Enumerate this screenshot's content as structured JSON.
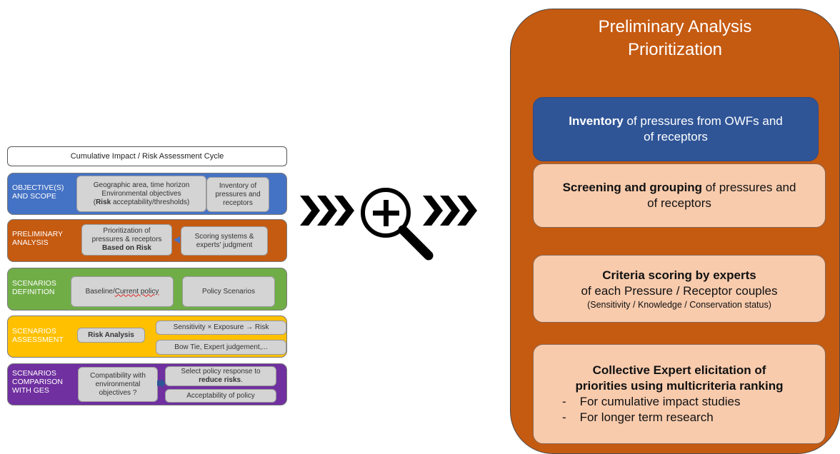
{
  "cycle": {
    "title": "Cumulative Impact  / Risk Assessment Cycle",
    "bands": {
      "objectives": {
        "label_l1": "OBJECTIVE(S)",
        "label_l2": "AND SCOPE",
        "box1_l1": "Geographic area, time horizon",
        "box1_l2": "Environmental objectives",
        "box1_l3_open": "(",
        "box1_l3_bold": "Risk",
        "box1_l3_rest": " acceptability/thresholds)",
        "box2_l1": "Inventory of",
        "box2_l2": "pressures and",
        "box2_l3": "receptors"
      },
      "preliminary": {
        "label_l1": "PRELIMINARY",
        "label_l2": "ANALYSIS",
        "box1_l1": "Prioritization of",
        "box1_l2": "pressures & receptors",
        "box1_l3": "Based on Risk",
        "box2_l1": "Scoring systems &",
        "box2_l2": "experts' judgment"
      },
      "definition": {
        "label_l1": "SCENARIOS",
        "label_l2": "DEFINITION",
        "box1_a": "Baseline/",
        "box1_b": "Current policy",
        "box2": "Policy Scenarios"
      },
      "assessment": {
        "label_l1": "SCENARIOS",
        "label_l2": "ASSESSMENT",
        "box1": "Risk Analysis",
        "box2": "Sensitivity × Exposure → Risk",
        "box3": "Bow Tie, Expert judgement,..."
      },
      "comparison": {
        "label_l1": "SCENARIOS",
        "label_l2": "COMPARISON",
        "label_l3": "WITH GES",
        "box1_l1": "Compatibility with",
        "box1_l2": "environmental",
        "box1_l3": "objectives ?",
        "box2_l1": "Select policy response to",
        "box2_l2": "reduce risks",
        "box2_l2_end": ".",
        "box3": "Acceptability of policy"
      }
    }
  },
  "right": {
    "title_l1": "Preliminary Analysis",
    "title_l2": "Prioritization",
    "inventory_bold": "Inventory",
    "inventory_rest": " of pressures from OWFs and",
    "inventory_l2": "of receptors",
    "screening_bold": "Screening and grouping",
    "screening_rest": " of pressures and",
    "screening_l2": "of receptors",
    "criteria_bold": "Criteria scoring by experts",
    "criteria_l2": "of each Pressure / Receptor couples",
    "criteria_l3": "(Sensitivity / Knowledge / Conservation status)",
    "collective_l1": "Collective Expert elicitation of",
    "collective_l2": "priorities using multicriteria ranking",
    "bullet1": "For cumulative impact studies",
    "bullet2": "For longer term research",
    "bullet_mark": "-"
  },
  "colors": {
    "objectives": "#4472c4",
    "preliminary": "#c55a11",
    "definition": "#70ad47",
    "assessment": "#ffc000",
    "comparison": "#7030a0",
    "right_panel": "#c55a11",
    "inventory": "#2f5597",
    "light_box": "#f8cbad"
  },
  "icons": {
    "chevrons_left": "triple-chevron-right-icon",
    "magnifier": "zoom-in-magnifier-icon",
    "chevrons_right": "triple-chevron-right-icon"
  }
}
